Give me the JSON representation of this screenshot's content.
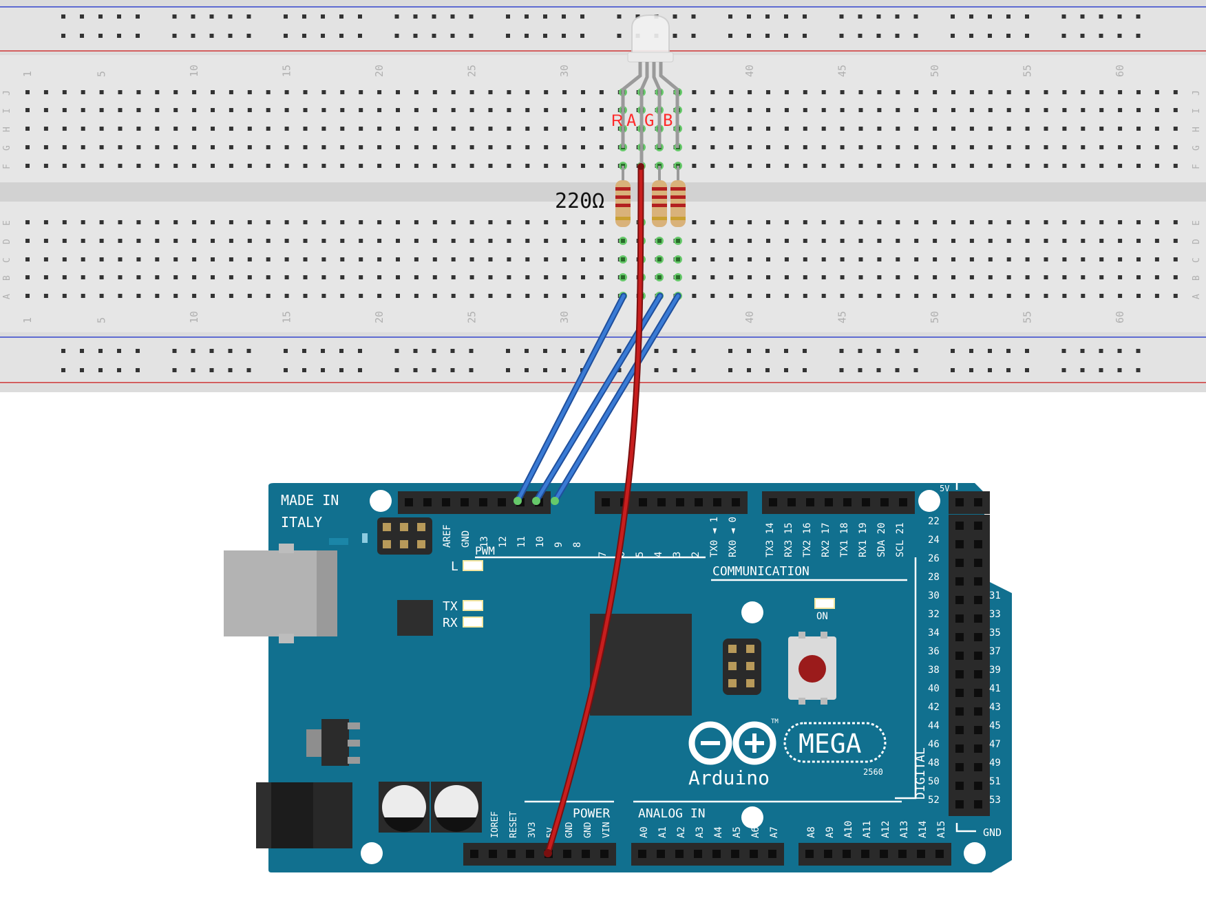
{
  "breadboard": {
    "column_numbers": [
      "1",
      "5",
      "10",
      "15",
      "20",
      "25",
      "30",
      "40",
      "45",
      "50",
      "55",
      "60"
    ],
    "row_letters_top": [
      "J",
      "I",
      "H",
      "G",
      "F"
    ],
    "row_letters_bottom": [
      "E",
      "D",
      "C",
      "B",
      "A"
    ]
  },
  "led": {
    "pin_labels": [
      "R",
      "A",
      "G",
      "B"
    ],
    "pin_label_color": "#ff2a2a"
  },
  "resistor": {
    "label": "220Ω"
  },
  "wires": {
    "signal_color": "#3a7bd5",
    "power_color": "#c81e1e"
  },
  "board": {
    "color": "#11708f",
    "made_in": "MADE IN",
    "italy": "ITALY",
    "pwm_label": "PWM",
    "l_label": "L",
    "tx_label": "TX",
    "rx_label": "RX",
    "on_label": "ON",
    "communication_label": "COMMUNICATION",
    "power_label": "POWER",
    "analog_in_label": "ANALOG IN",
    "digital_label": "DIGITAL",
    "gnd_label": "GND",
    "fivev_label": "5V",
    "logo_text": "Arduino",
    "model_text": "MEGA",
    "model_sub": "2560",
    "tm": "TM",
    "header1_pins": [
      "AREF",
      "GND",
      "13",
      "12",
      "11",
      "10",
      "9",
      "8"
    ],
    "header2_pins": [
      "7",
      "6",
      "5",
      "4",
      "3",
      "2",
      "TX0 ◄ 1",
      "RX0 ◄ 0"
    ],
    "header3_pins": [
      "TX3 14",
      "RX3 15",
      "TX2 16",
      "RX2 17",
      "TX1 18",
      "RX1 19",
      "SDA 20",
      "SCL 21"
    ],
    "power_pins": [
      "IOREF",
      "RESET",
      "3V3",
      "5V",
      "GND",
      "GND",
      "VIN"
    ],
    "analog_pins": [
      "A0",
      "A1",
      "A2",
      "A3",
      "A4",
      "A5",
      "A6",
      "A7",
      "A8",
      "A9",
      "A10",
      "A11",
      "A12",
      "A13",
      "A14",
      "A15"
    ],
    "digital_left": [
      "22",
      "24",
      "26",
      "28",
      "30",
      "32",
      "34",
      "36",
      "38",
      "40",
      "42",
      "44",
      "46",
      "48",
      "50",
      "52"
    ],
    "digital_right": [
      "31",
      "33",
      "35",
      "37",
      "39",
      "41",
      "43",
      "45",
      "47",
      "49",
      "51",
      "53"
    ]
  }
}
